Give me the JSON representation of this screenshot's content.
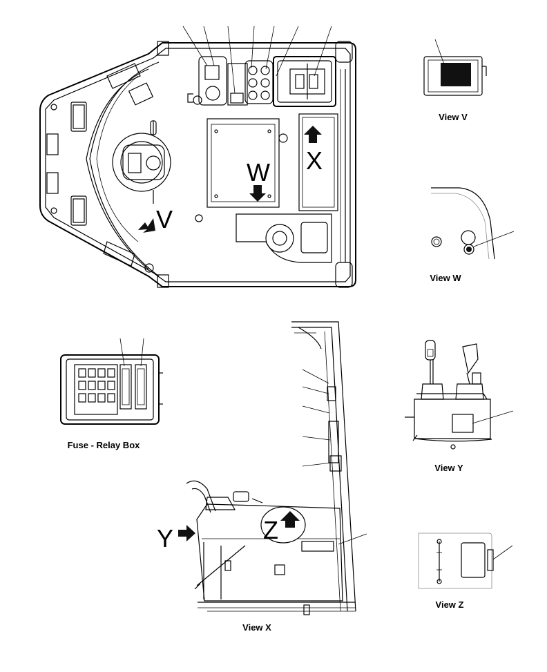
{
  "view_labels": {
    "view_v": "View V",
    "view_w": "View W",
    "view_x": "View X",
    "view_y": "View Y",
    "view_z": "View Z",
    "fuse_relay_box": "Fuse - Relay Box"
  },
  "arrow_letters": {
    "v": "V",
    "w": "W",
    "x": "X",
    "y": "Y",
    "z": "Z"
  },
  "colors": {
    "line": "#000000",
    "background": "#ffffff"
  }
}
